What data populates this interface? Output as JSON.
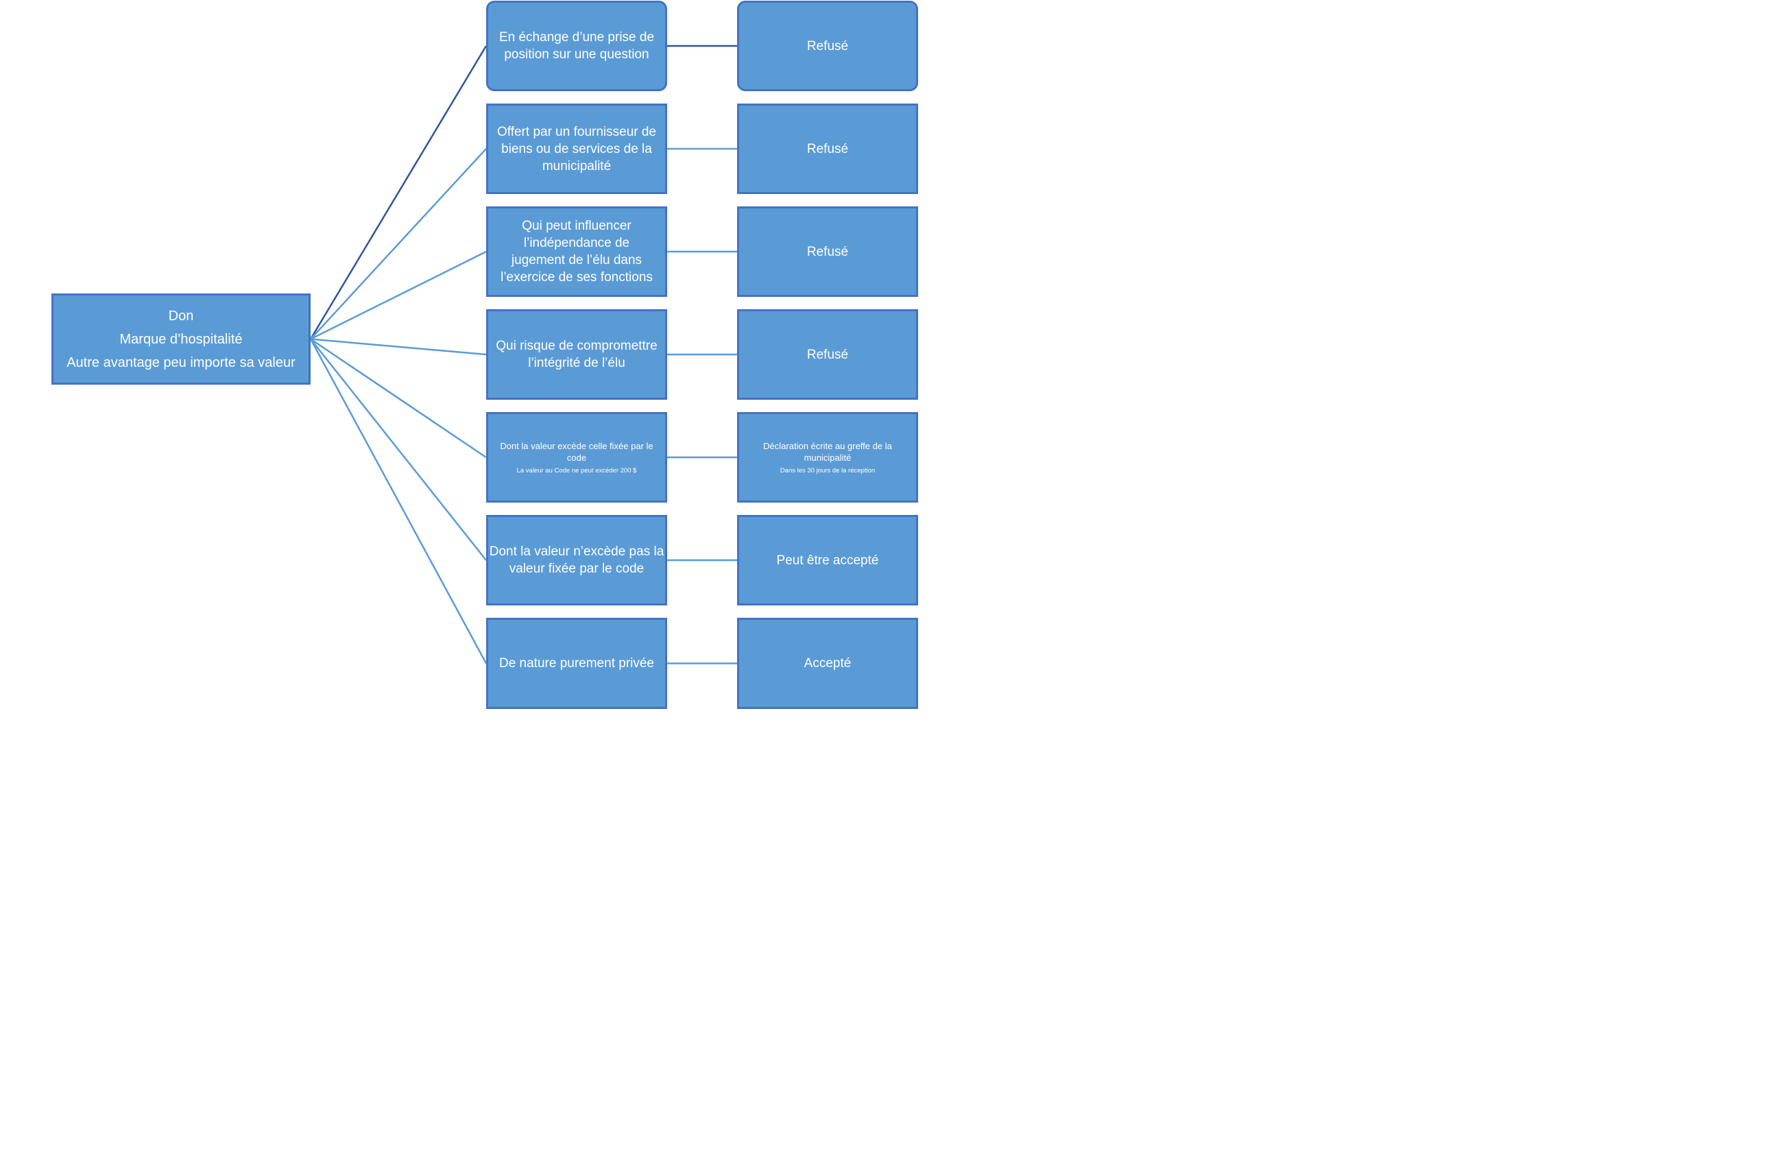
{
  "colors": {
    "box_fill": "#5b9bd5",
    "box_border": "#4472c4",
    "connector": "#5b9bd5",
    "connector_emphasis": "#2f5597",
    "text": "#ffffff"
  },
  "root": {
    "lines": [
      "Don",
      "Marque d’hospitalité",
      "Autre avantage peu importe sa valeur"
    ]
  },
  "conditions": [
    {
      "text": "En échange d’une prise de position sur une question"
    },
    {
      "text": "Offert par un fournisseur de biens ou de services de la municipalité"
    },
    {
      "text": "Qui peut influencer l’indépendance de jugement de l’élu dans l’exercice de ses fonctions"
    },
    {
      "text": "Qui risque de compromettre l’intégrité de l’élu"
    },
    {
      "text": "Dont la valeur excède celle fixée par le code",
      "note": "La valeur au Code ne peut excéder 200 $"
    },
    {
      "text": "Dont la valeur n’excède pas la valeur fixée par le code"
    },
    {
      "text": "De nature purement privée"
    }
  ],
  "outcomes": [
    {
      "text": "Refusé"
    },
    {
      "text": "Refusé"
    },
    {
      "text": "Refusé"
    },
    {
      "text": "Refusé"
    },
    {
      "text": "Déclaration écrite  au greffe de la municipalité",
      "note": "Dans les 30 jours de la réception"
    },
    {
      "text": "Peut être accepté"
    },
    {
      "text": "Accepté"
    }
  ]
}
